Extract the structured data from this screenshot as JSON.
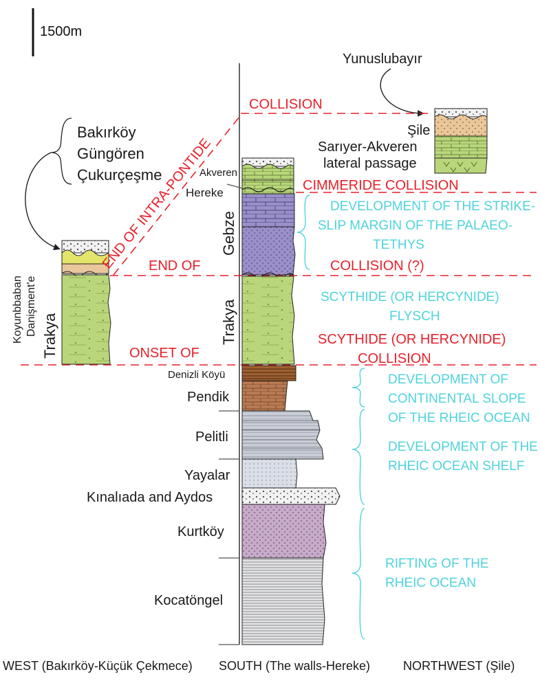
{
  "scale_label": "1500m",
  "top_location": "Yunuslubayır",
  "west_localities": [
    "Bakırköy",
    "Güngören",
    "Çukurçeşme"
  ],
  "west_column": {
    "vertical_label_1": "Koyunbbaban",
    "vertical_label_2": "Danişment'e",
    "trakya_label": "Trakya"
  },
  "south_units": {
    "akveren": "Akveren",
    "hereke": "Hereke",
    "gebze": "Gebze",
    "trakya": "Trakya",
    "denizli": "Denizli Köyü",
    "pendik": "Pendik",
    "pelitli": "Pelitli",
    "yayalar": "Yayalar",
    "kinaliada": "Kınalıada and Aydos",
    "kurtkoy": "Kurtköy",
    "kocatongel": "Kocatöngel"
  },
  "northwest_units": {
    "sile": "Şile",
    "sariyer_1": "Sarıyer-Akveren",
    "sariyer_2": "lateral passage"
  },
  "red_labels": {
    "collision": "COLLISION",
    "intra_pontide": "END OF INTRA-PONTIDE",
    "cimmeride": "CIMMERIDE COLLISION",
    "end_of": "END OF",
    "collision_q": "COLLISION (?)",
    "onset_of": "ONSET OF",
    "scythide_1": "SCYTHIDE (OR HERCYNIDE)",
    "scythide_2": "COLLISION"
  },
  "cyan_labels": {
    "strike_1": "DEVELOPMENT OF THE STRIKE-",
    "strike_2": "SLIP MARGIN OF THE PALAEO-",
    "strike_3": "TETHYS",
    "flysch_1": "SCYTHIDE (OR HERCYNIDE)",
    "flysch_2": "FLYSCH",
    "slope_1": "DEVELOPMENT OF",
    "slope_2": "CONTINENTAL SLOPE",
    "slope_3": "OF THE RHEIC OCEAN",
    "shelf_1": "DEVELOPMENT OF THE",
    "shelf_2": "RHEIC OCEAN SHELF",
    "rift_1": "RIFTING OF THE",
    "rift_2": "RHEIC OCEAN"
  },
  "footer": {
    "west": "WEST (Bakırköy-Küçük Çekmece)",
    "south": "SOUTH (The walls-Hereke)",
    "northwest": "NORTHWEST (Şile)"
  },
  "colors": {
    "red": "#e8202a",
    "cyan": "#4fd3dc",
    "green": "#b9d67a",
    "purple": "#9a8fc8",
    "brown": "#b87a52",
    "grey": "#c9cdd6",
    "lightgrey": "#dcdfe4",
    "pink": "#c7a9c9",
    "orange": "#e9c79a"
  }
}
